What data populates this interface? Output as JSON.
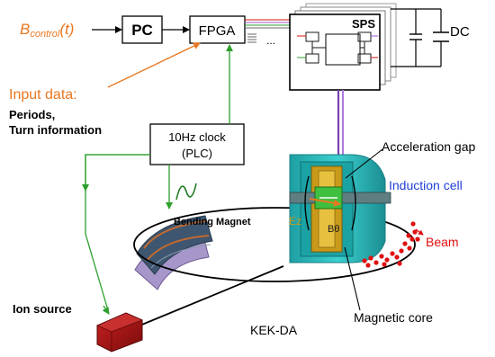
{
  "labels": {
    "bcontrol_main": "B",
    "bcontrol_sub": "control",
    "bcontrol_arg": "(t)",
    "pc": "PC",
    "fpga": "FPGA",
    "dots": "...",
    "sps": "SPS",
    "dc": "DC",
    "input_data": "Input data:",
    "periods": "Periods,",
    "turn_information": "Turn information",
    "clock_line1": "10Hz clock",
    "clock_line2": "(PLC)",
    "acceleration_gap": "Acceleration gap",
    "induction_cell": "Induction cell",
    "bending_magnet": "Bending Magnet",
    "ez": "Ez",
    "btheta": "Bθ",
    "beam": "Beam",
    "ion_source": "Ion source",
    "kek_da": "KEK-DA",
    "magnetic_core": "Magnetic core"
  },
  "colors": {
    "accent_orange": "#e87722",
    "signal_green": "#2ca02c",
    "induction_blue": "#1f3fd6",
    "beam_red": "#e01010",
    "ion_source": "#a31212",
    "cell_cyan": "#25b5b5",
    "cell_gold": "#c99a1a",
    "magnet_blue": "#3e5670",
    "magnet_lavender": "#a796c9"
  }
}
